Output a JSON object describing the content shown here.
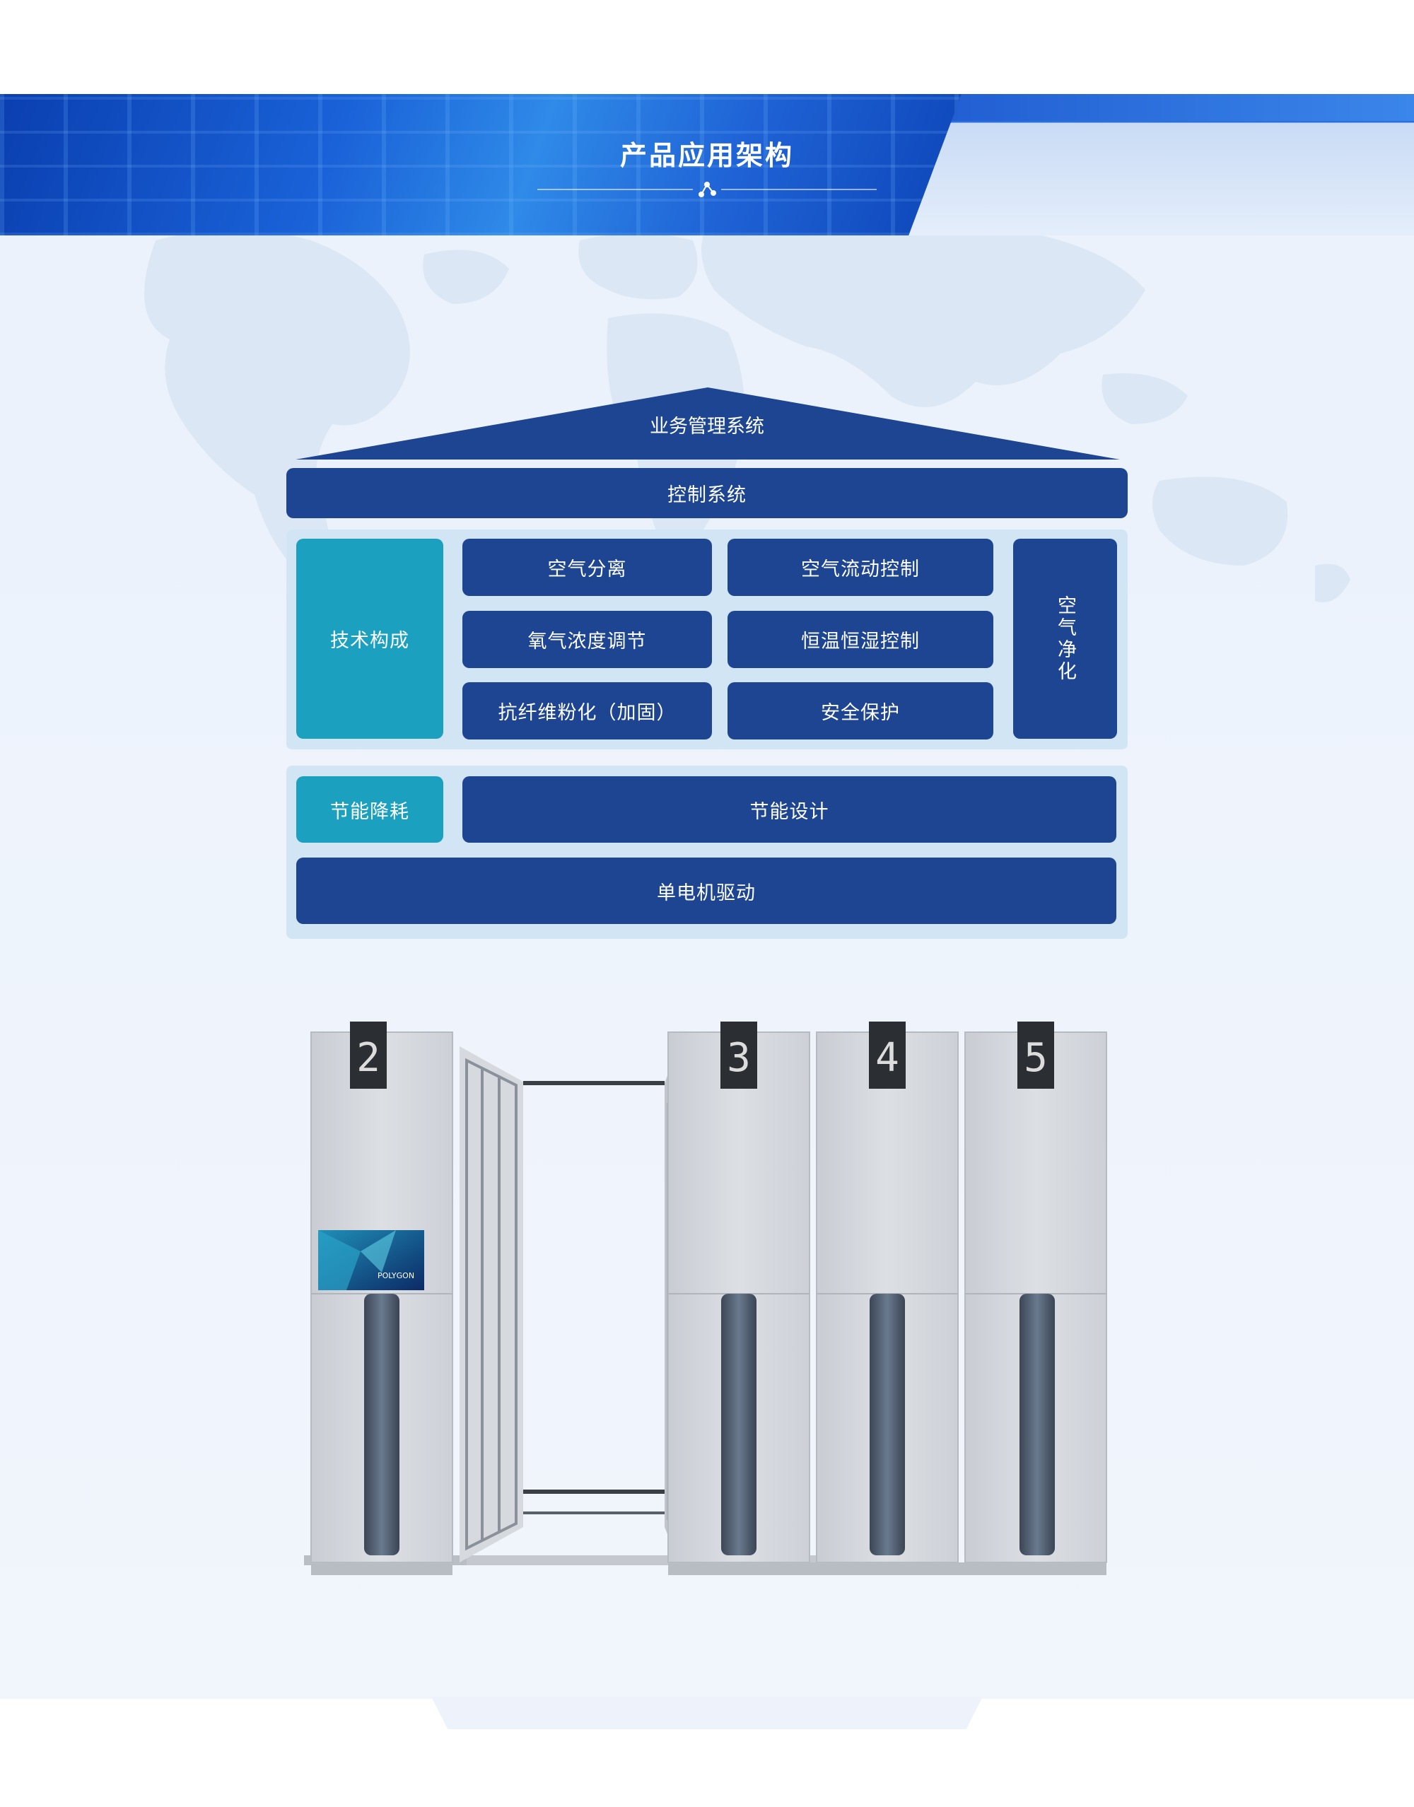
{
  "header": {
    "title": "产品应用架构"
  },
  "architecture": {
    "roof": "业务管理系统",
    "control": "控制系统",
    "tech_section": {
      "label": "技术构成",
      "items": [
        "空气分离",
        "空气流动控制",
        "氧气浓度调节",
        "恒温恒湿控制",
        "抗纤维粉化（加固）",
        "安全保护"
      ],
      "side": "空气净化"
    },
    "energy_section": {
      "label": "节能降耗",
      "design": "节能设计",
      "drive": "单电机驱动"
    }
  },
  "product": {
    "cabinet_numbers": [
      "2",
      "3",
      "4",
      "5"
    ],
    "brand": "POLYGON"
  },
  "colors": {
    "navy": "#1d4591",
    "teal": "#1ba1bf",
    "panel": "#d2e5f4",
    "banner": "#1a62d8"
  }
}
